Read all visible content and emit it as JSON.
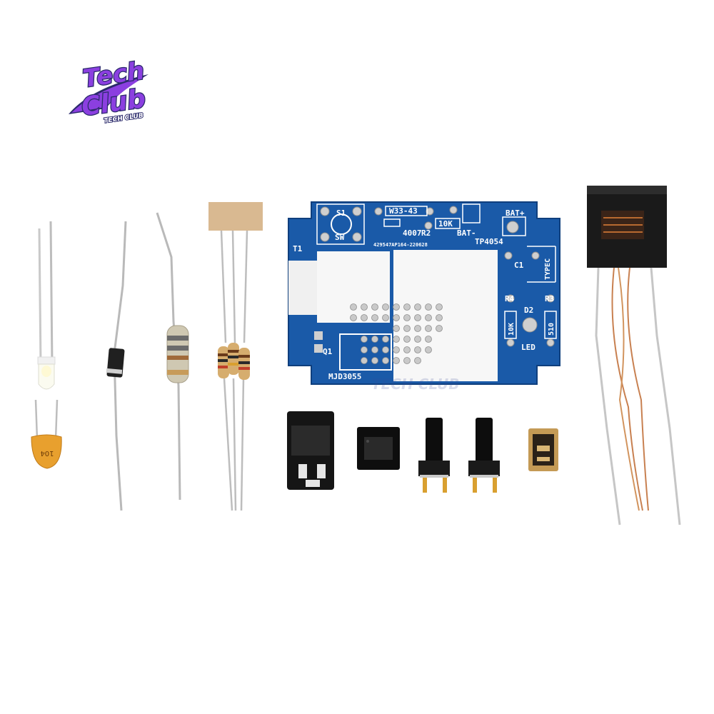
{
  "logo": {
    "line1": "Tech",
    "line2": "Club",
    "tagline": "TECH CLUB",
    "colors": {
      "outer": "#2b2a6b",
      "fill": "#8b3fe0",
      "light": "#ffffff"
    }
  },
  "watermark": {
    "text": "TECH CLUB"
  },
  "components": {
    "capacitor": {
      "code": "104"
    },
    "pcb": {
      "color": "#1a5aa8",
      "labels": {
        "s1": "S1",
        "sw": "SW",
        "w33": "W33-43",
        "diode": "4007",
        "r2": "R2",
        "ten_k": "10K",
        "bat_plus": "BAT+",
        "bat_minus": "BAT-",
        "serial": "429547AP164-220628",
        "tp4054": "TP4054",
        "t1": "T1",
        "c1": "C1",
        "typec": "TYPEC",
        "r4": "R4",
        "r3": "R3",
        "d2": "D2",
        "r4_value": "10K",
        "r3_value": "510",
        "led": "LED",
        "q1": "Q1",
        "mjd3055": "MJD3055"
      }
    }
  }
}
